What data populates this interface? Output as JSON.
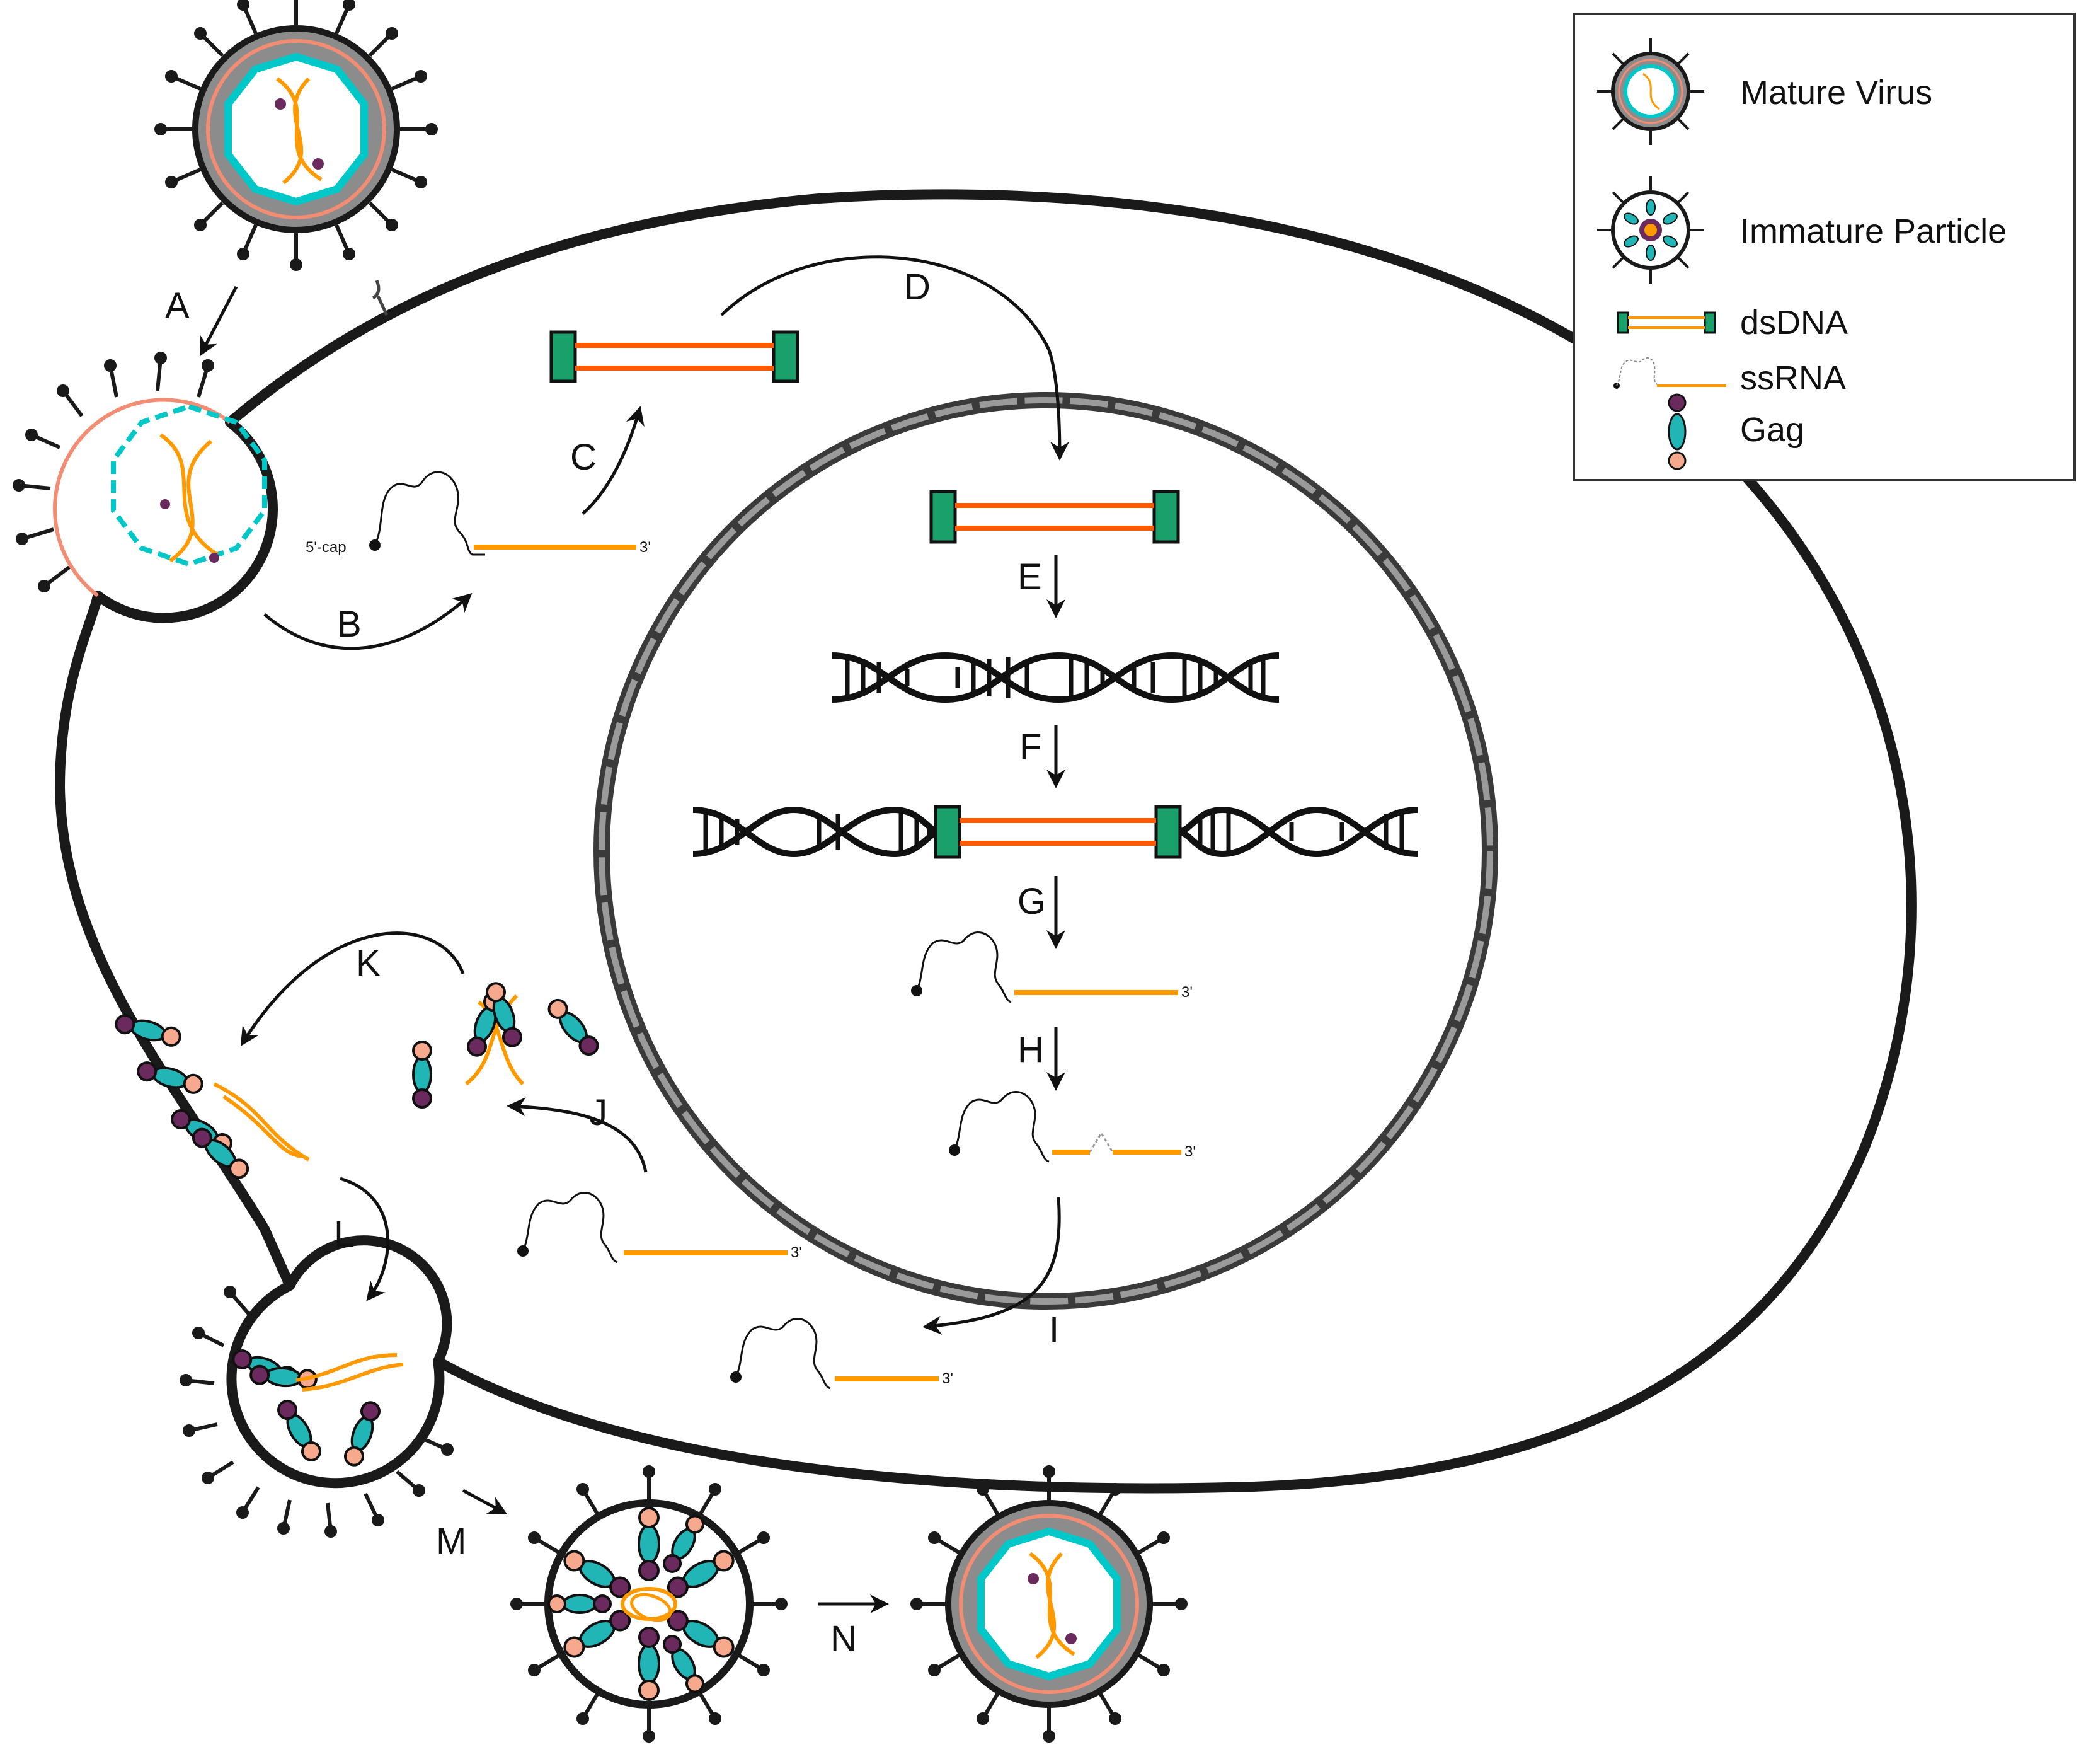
{
  "legend": {
    "mature_virus": "Mature Virus",
    "immature_particle": "Immature Particle",
    "dsdna": "dsDNA",
    "ssrna": "ssRNA",
    "gag": "Gag"
  },
  "labels": {
    "five_prime_cap": "5'-cap",
    "three_prime": "3'"
  },
  "steps": {
    "A": "A",
    "B": "B",
    "C": "C",
    "D": "D",
    "E": "E",
    "F": "F",
    "G": "G",
    "H": "H",
    "I": "I",
    "J": "J",
    "K": "K",
    "L": "L",
    "M": "M",
    "N": "N"
  },
  "colors": {
    "membrane": "#1a1a1a",
    "envelope_gray": "#8c8c8c",
    "capsid": "#00c8c8",
    "rna": "#ff9900",
    "dna_strand": "#ff5a00",
    "ltr": "#1aa06a",
    "gag_cap": "#6b2a5e",
    "gag_body": "#21b5b5",
    "gag_tail": "#f6a98c",
    "salmon": "#f28c73"
  }
}
